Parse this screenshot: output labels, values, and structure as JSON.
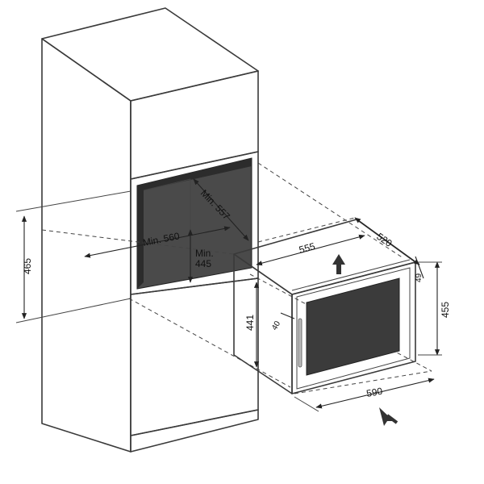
{
  "colors": {
    "cabinet_face": "#efefef",
    "cabinet_side": "#e2e2e2",
    "niche": "#4a4a4a",
    "niche_dark": "#2c2c2c",
    "appliance_body": "#f2f2f2",
    "glass": "#3b3b3b",
    "plinth": "#3c3c3c"
  },
  "labels": {
    "niche_depth": "Min. 557",
    "niche_width": "Min. 560",
    "niche_height_min": "Min.",
    "niche_height_val": "445",
    "appliance_width_top": "555",
    "appliance_depth": "520",
    "panel_offset": "49",
    "appliance_height": "455",
    "body_height": "441",
    "door_offset": "40",
    "front_width": "590",
    "installation_height": "465"
  },
  "icons": {
    "insert_arrow": "arrow-up-icon",
    "front_arrow": "arrow-diagonal-icon"
  }
}
